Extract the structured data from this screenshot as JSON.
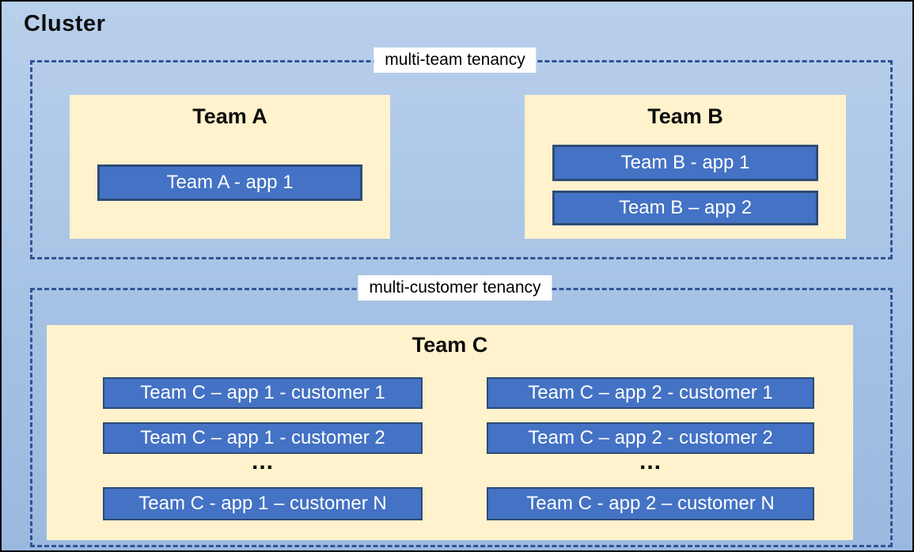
{
  "cluster": {
    "title": "Cluster"
  },
  "multi_team": {
    "label": "multi-team tenancy",
    "team_a": {
      "title": "Team A",
      "app1": "Team A - app 1"
    },
    "team_b": {
      "title": "Team B",
      "app1": "Team B - app 1",
      "app2": "Team B – app 2"
    }
  },
  "multi_customer": {
    "label": "multi-customer tenancy",
    "team_c": {
      "title": "Team C",
      "col1": {
        "row1": "Team C – app 1 - customer 1",
        "row2": "Team C – app 1 - customer 2",
        "ellipsis": "...",
        "rowN": "Team C - app 1 – customer N"
      },
      "col2": {
        "row1": "Team C – app 2 - customer 1",
        "row2": "Team C – app 2 - customer 2",
        "ellipsis": "...",
        "rowN": "Team C - app 2 – customer N"
      }
    }
  },
  "colors": {
    "background_blue": "#a6c2e5",
    "dashed_border": "#2f5496",
    "team_fill": "#fff2cc",
    "app_fill": "#4472c4",
    "app_border": "#2e4b77",
    "app_text": "#ffffff",
    "title_text": "#000000",
    "label_background": "#ffffff",
    "outer_border": "#000000"
  }
}
